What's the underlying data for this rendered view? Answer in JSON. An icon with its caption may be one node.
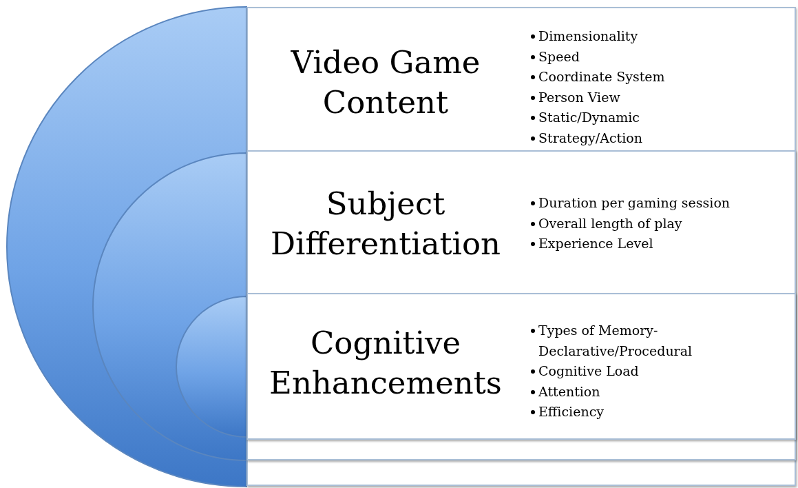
{
  "diagram": {
    "nodes": [
      {
        "text": [
          "Video Game Content",
          "Dimensionality",
          "Speed",
          "Coordinate System",
          "Person View",
          "Static/Dynamic",
          "Strategy/Action"
        ]
      },
      {
        "text": [
          "Subject Differentiation",
          "Duration per gaming session",
          "Overall length of play",
          "Experience Level"
        ],
        "in": 0
      },
      {
        "text": [
          "Cognitive Enhancements",
          "Types of Memory- Declarative/Procedural",
          "Cognitive Load",
          "Attention",
          "Efficiency"
        ],
        "in": 1
      }
    ]
  }
}
